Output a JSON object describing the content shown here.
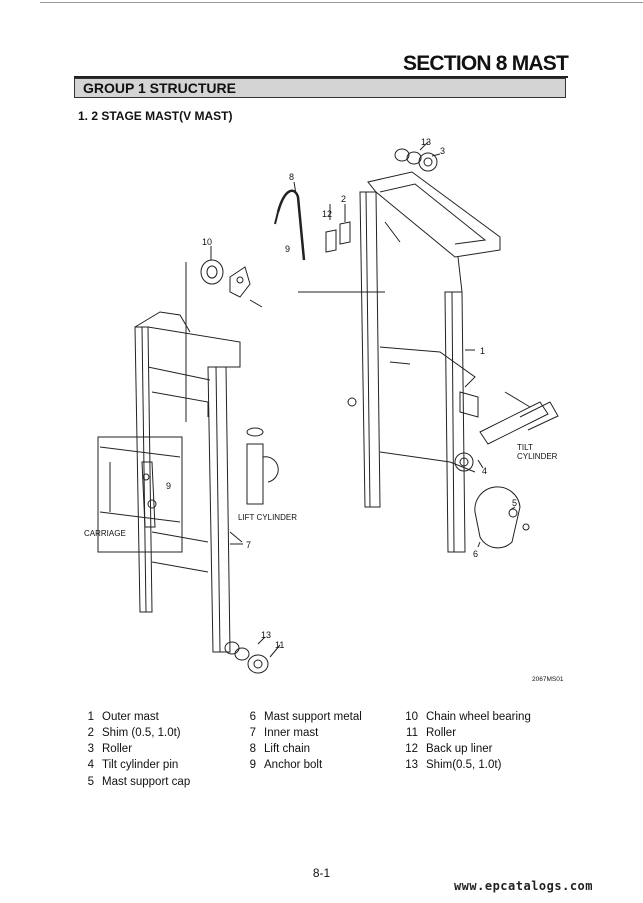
{
  "header": {
    "section_title": "SECTION 8 MAST",
    "group_title": "GROUP 1  STRUCTURE"
  },
  "subheading": "1. 2 STAGE MAST(V MAST)",
  "diagram": {
    "callouts": [
      "1",
      "2",
      "3",
      "4",
      "5",
      "6",
      "7",
      "8",
      "9",
      "10",
      "11",
      "12",
      "13"
    ],
    "labels": {
      "tilt_cylinder": [
        "TILT",
        "CYLINDER"
      ],
      "lift_cylinder": "LIFT CYLINDER",
      "carriage": "CARRIAGE",
      "figure_code": "2067MS01"
    }
  },
  "legend": [
    {
      "num": "1",
      "label": "Outer mast"
    },
    {
      "num": "2",
      "label": "Shim (0.5, 1.0t)"
    },
    {
      "num": "3",
      "label": "Roller"
    },
    {
      "num": "4",
      "label": "Tilt cylinder pin"
    },
    {
      "num": "5",
      "label": "Mast support cap"
    },
    {
      "num": "6",
      "label": "Mast support metal"
    },
    {
      "num": "7",
      "label": "Inner mast"
    },
    {
      "num": "8",
      "label": "Lift chain"
    },
    {
      "num": "9",
      "label": "Anchor bolt"
    },
    {
      "num": "10",
      "label": "Chain wheel bearing"
    },
    {
      "num": "11",
      "label": "Roller"
    },
    {
      "num": "12",
      "label": "Back up liner"
    },
    {
      "num": "13",
      "label": "Shim(0.5, 1.0t)"
    }
  ],
  "footer": {
    "page_number": "8-1",
    "watermark": "www.epcatalogs.com"
  }
}
